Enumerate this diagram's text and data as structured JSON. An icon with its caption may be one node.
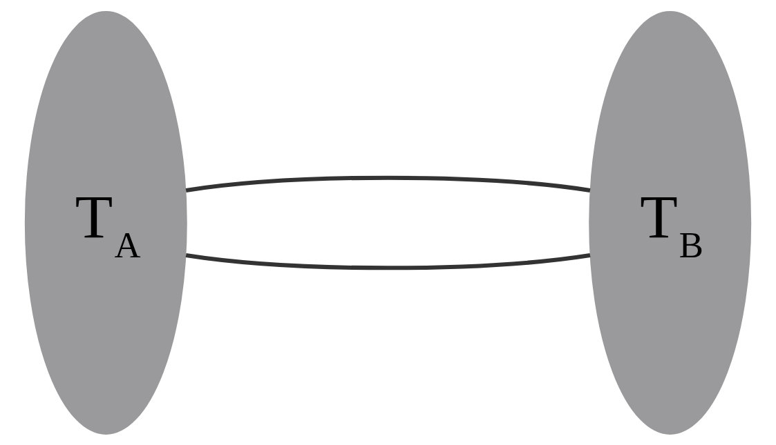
{
  "diagram": {
    "nodes": [
      {
        "text": [
          "T$_{A}$"
        ]
      },
      {
        "text": [
          "T$_{B}$"
        ]
      }
    ],
    "edges": [
      {
        "from": 0,
        "to": 1,
        "arrow": "none"
      },
      {
        "from": 0,
        "to": 1,
        "arrow": "none"
      }
    ]
  }
}
